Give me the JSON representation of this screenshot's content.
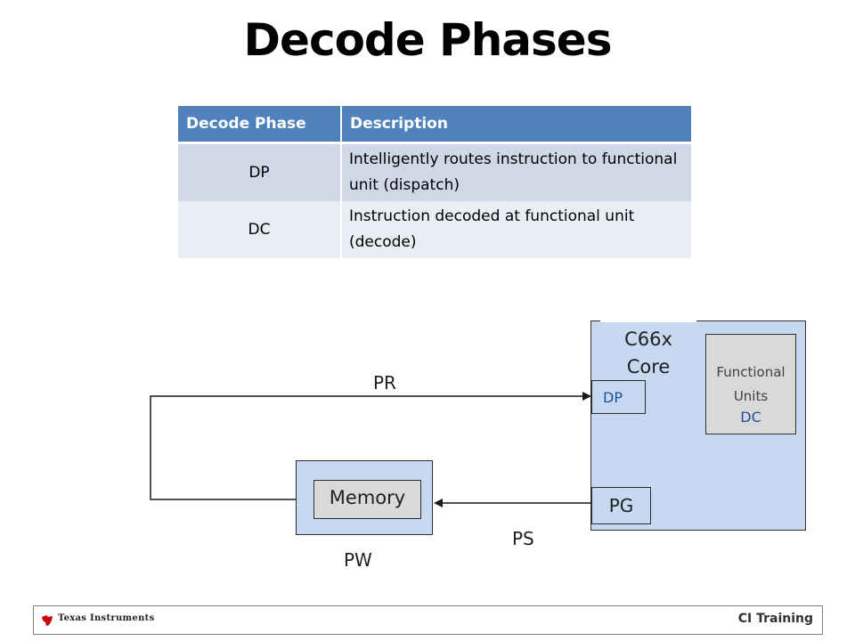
{
  "title": "Decode Phases",
  "table": {
    "headers": [
      "Decode Phase",
      "Description"
    ],
    "rows": [
      {
        "phase": "DP",
        "description": "Intelligently routes instruction to functional unit (dispatch)"
      },
      {
        "phase": "DC",
        "description": "Instruction decoded at  functional unit (decode)"
      }
    ]
  },
  "diagram": {
    "core_label": "C66x Core",
    "functional_units_label": "Functional Units",
    "dc_label": "DC",
    "dp_label": "DP",
    "pg_label": "PG",
    "memory_label": "Memory",
    "pr_label": "PR",
    "ps_label": "PS",
    "pw_label": "PW"
  },
  "footer": {
    "brand": "Texas Instruments",
    "training": "CI Training"
  },
  "colors": {
    "header_blue": "#4f81bd",
    "row_dark": "#d0d8e8",
    "row_light": "#e9edf4",
    "box_blue": "#c6d9f1",
    "box_gray": "#d9d9d9",
    "unit_text": "#1f4e9c",
    "ti_red": "#cc0000"
  }
}
